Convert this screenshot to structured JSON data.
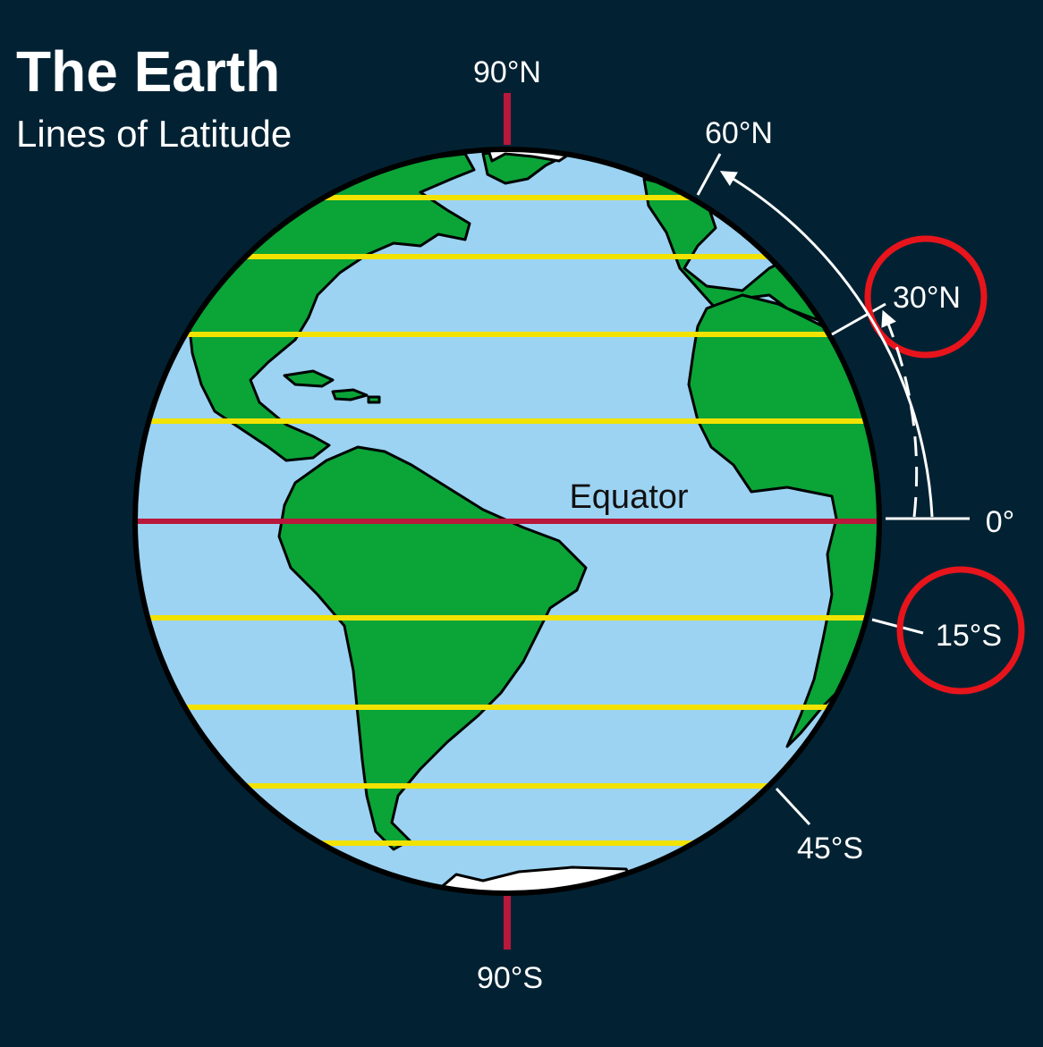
{
  "title": "The Earth",
  "subtitle": "Lines of Latitude",
  "labels": {
    "north_pole": "90°N",
    "south_pole": "90°S",
    "lat_60n": "60°N",
    "lat_30n": "30°N",
    "lat_0": "0°",
    "lat_15s": "15°S",
    "lat_45s": "45°S",
    "equator": "Equator"
  },
  "highlighted_labels": [
    "30°N",
    "15°S"
  ],
  "colors": {
    "background": "#022233",
    "ocean": "#9cd3f2",
    "land": "#0ba437",
    "ice": "#ffffff",
    "latitude_line": "#f2e200",
    "equator_line": "#b8183b",
    "pole_axis": "#b8183b",
    "highlight_circle": "#e8141c",
    "text": "#ffffff",
    "equator_text": "#111111"
  },
  "icons": {
    "arrow_solid": "curved-arrow-icon",
    "arrow_dashed": "dashed-curved-arrow-icon"
  }
}
